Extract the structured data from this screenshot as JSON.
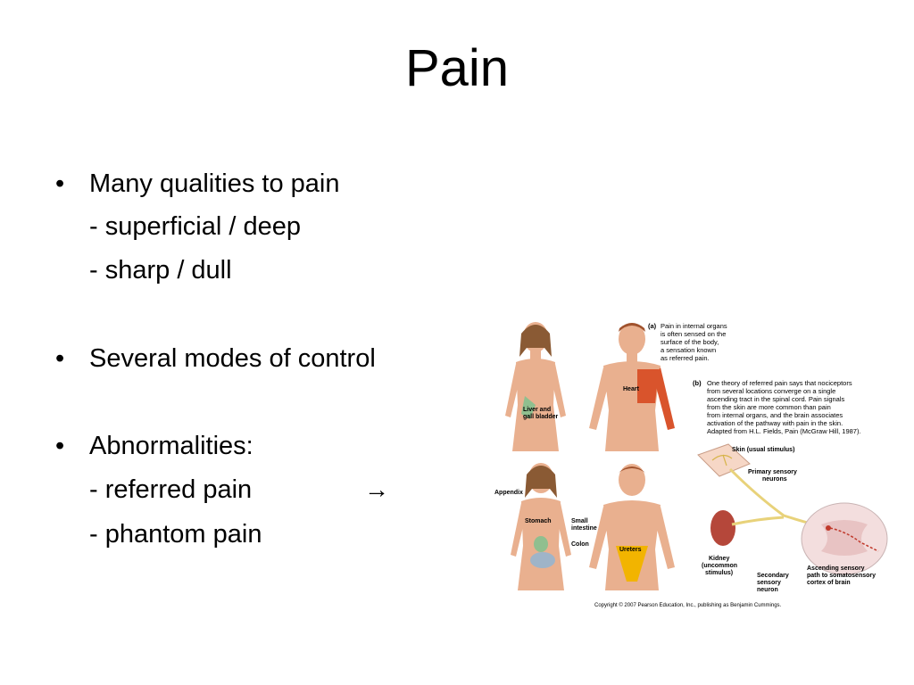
{
  "slide": {
    "title": "Pain",
    "bullets": [
      {
        "bullet": "•",
        "text": "Many qualities to pain"
      },
      {
        "bullet": "",
        "text": "- superficial / deep"
      },
      {
        "bullet": "",
        "text": "- sharp / dull"
      },
      {
        "bullet": "•",
        "text": "Several modes of control"
      },
      {
        "bullet": "•",
        "text": "Abnormalities:"
      },
      {
        "bullet": "",
        "text": "- referred pain"
      },
      {
        "bullet": "",
        "text": "- phantom pain"
      }
    ],
    "arrow_icon": "right-arrow-icon",
    "arrow_glyph": "→"
  },
  "figure": {
    "labels": {
      "liver": "Liver and",
      "liver2": "gall bladder",
      "heart": "Heart",
      "appendix": "Appendix",
      "stomach": "Stomach",
      "small_intestine": "Small",
      "small_intestine2": "intestine",
      "colon": "Colon",
      "ureters": "Ureters",
      "skin": "Skin (usual stimulus)",
      "primary1": "Primary sensory",
      "primary2": "neurons",
      "kidney1": "Kidney",
      "kidney2": "(uncommon",
      "kidney3": "stimulus)",
      "secondary1": "Secondary",
      "secondary2": "sensory",
      "secondary3": "neuron",
      "ascending1": "Ascending sensory",
      "ascending2": "path to somatosensory",
      "ascending3": "cortex of brain"
    },
    "caption_a": {
      "tag": "(a)",
      "l1": "Pain in internal organs",
      "l2": "is often sensed on the",
      "l3": "surface of the body,",
      "l4": "a sensation known",
      "l5": "as referred pain."
    },
    "caption_b": {
      "tag": "(b)",
      "l1": "One theory of referred pain says that nociceptors",
      "l2": "from several locations converge on a single",
      "l3": "ascending tract in the spinal cord. Pain signals",
      "l4": "from the skin are more common than pain",
      "l5": "from internal organs, and the brain associates",
      "l6": "activation of the pathway with pain in the skin.",
      "l7": "Adapted from H.L. Fields, Pain (McGraw Hill, 1987)."
    },
    "copyright": "Copyright © 2007 Pearson Education, Inc., publishing as Benjamin Cummings.",
    "colors": {
      "skin": "#e9b08f",
      "heart_zone": "#d9542c",
      "liver_zone": "#8fbf8f",
      "ureter_zone": "#f2b400",
      "nerve": "#e8d27a"
    }
  }
}
